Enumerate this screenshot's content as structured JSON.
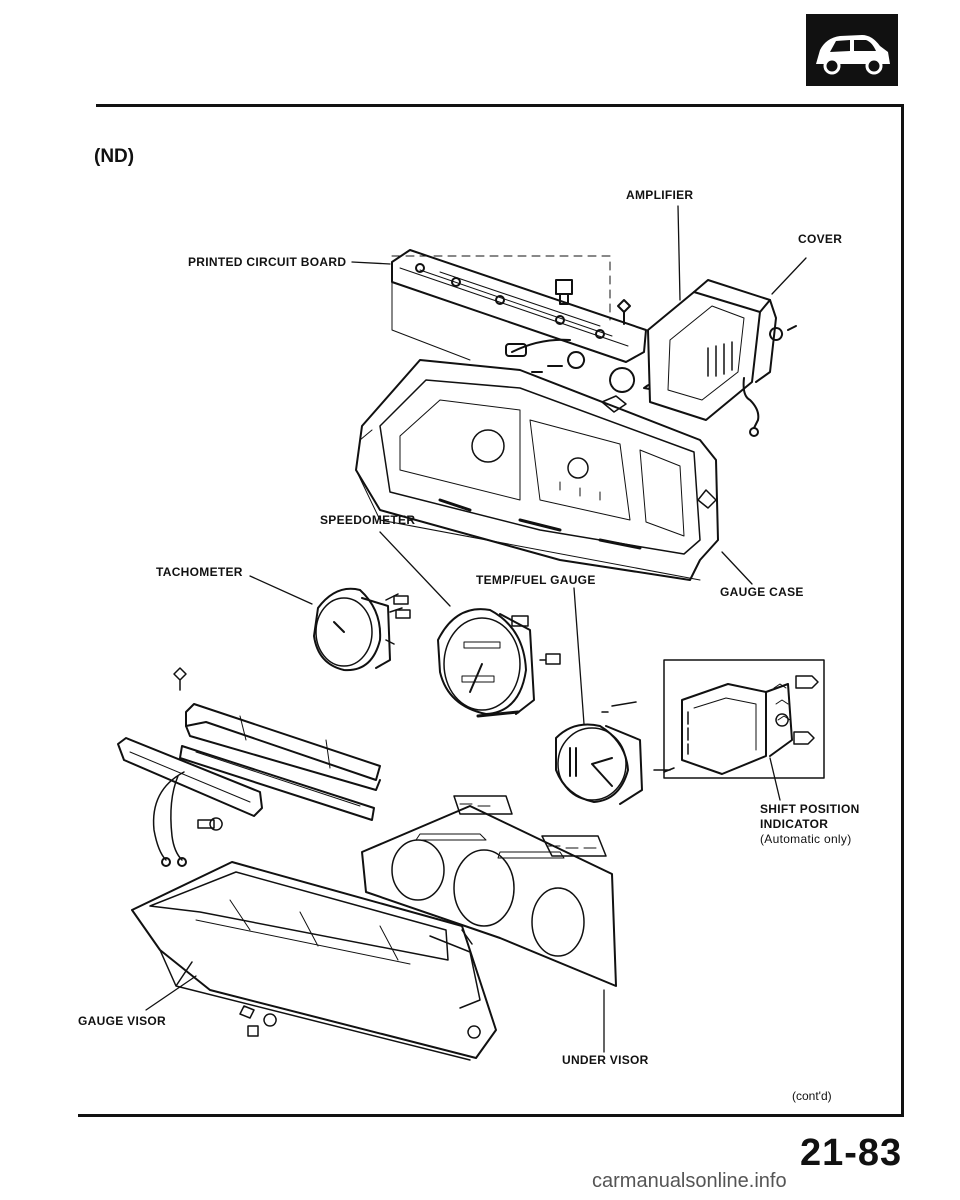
{
  "section_title": "(ND)",
  "labels": {
    "amplifier": "AMPLIFIER",
    "cover": "COVER",
    "printed_circuit_board": "PRINTED CIRCUIT BOARD",
    "speedometer": "SPEEDOMETER",
    "tachometer": "TACHOMETER",
    "temp_fuel_gauge": "TEMP/FUEL GAUGE",
    "gauge_case": "GAUGE CASE",
    "shift_position_indicator_line1": "SHIFT POSITION",
    "shift_position_indicator_line2": "INDICATOR",
    "shift_position_indicator_note": "(Automatic only)",
    "gauge_visor": "GAUGE VISOR",
    "under_visor": "UNDER VISOR"
  },
  "continued": "(cont'd)",
  "page_number": "21-83",
  "watermark": "carmanualsonline.info",
  "icons": {
    "header_badge": "car-icon"
  }
}
